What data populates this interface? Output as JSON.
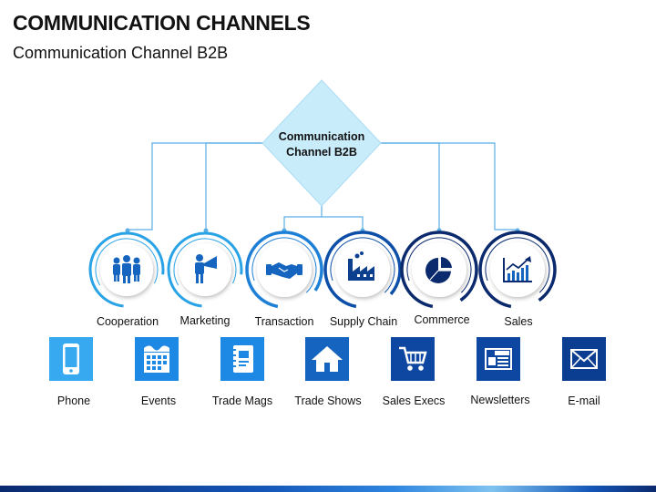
{
  "header": {
    "title": "COMMUNICATION CHANNELS",
    "subtitle": "Communication Channel B2B"
  },
  "center_node": {
    "label_line1": "Communication",
    "label_line2": "Channel B2B",
    "fill_color": "#c9ecfb"
  },
  "channels": [
    {
      "label": "Cooperation",
      "icon": "team-icon"
    },
    {
      "label": "Marketing",
      "icon": "megaphone-person-icon"
    },
    {
      "label": "Transaction",
      "icon": "handshake-icon"
    },
    {
      "label": "Supply Chain",
      "icon": "factory-icon"
    },
    {
      "label": "Commerce",
      "icon": "pie-chart-icon"
    },
    {
      "label": "Sales",
      "icon": "growth-chart-icon"
    }
  ],
  "methods": [
    {
      "label": "Phone",
      "icon": "phone-icon",
      "color": "#36a9f0"
    },
    {
      "label": "Events",
      "icon": "calendar-icon",
      "color": "#1e88e5"
    },
    {
      "label": "Trade Mags",
      "icon": "notebook-icon",
      "color": "#1e88e5"
    },
    {
      "label": "Trade Shows",
      "icon": "house-icon",
      "color": "#1565c0"
    },
    {
      "label": "Sales Execs",
      "icon": "shopping-cart-icon",
      "color": "#0d47a1"
    },
    {
      "label": "Newsletters",
      "icon": "newspaper-icon",
      "color": "#0d47a1"
    },
    {
      "label": "E-mail",
      "icon": "envelope-icon",
      "color": "#0b3d91"
    }
  ],
  "colors": {
    "connector": "#5aaee6",
    "ring_light": "#29a3e6",
    "ring_dark": "#0b2a6e"
  }
}
